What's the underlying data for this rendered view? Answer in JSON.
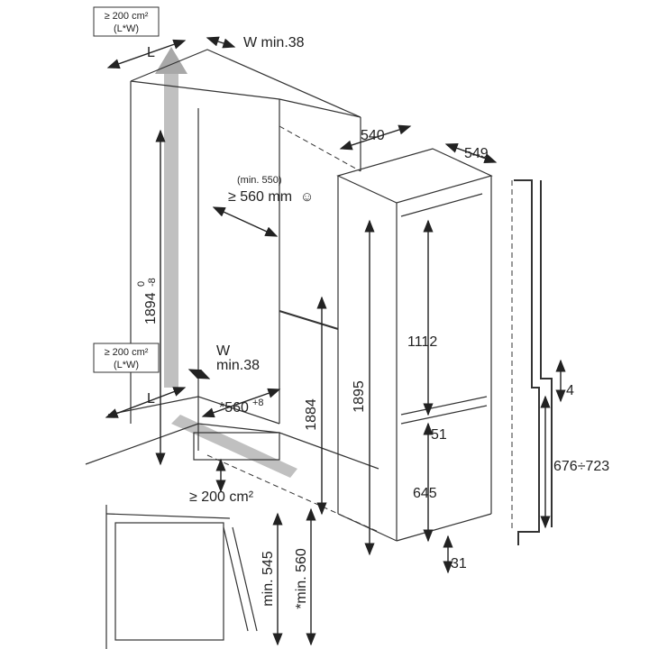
{
  "labels": {
    "vent_top_area": "≥ 200 cm²",
    "vent_top_formula": "(L*W)",
    "vent_top_L": "L",
    "vent_top_W": "W min.38",
    "niche_depth_min": "(min. 550)",
    "niche_depth": "≥ 560 mm",
    "niche_height": "1894",
    "niche_height_tol_plus": "0",
    "niche_height_tol_minus": "-8",
    "vent_mid_area": "≥ 200 cm²",
    "vent_mid_formula": "(L*W)",
    "vent_mid_L": "L",
    "vent_mid_W": "W",
    "vent_mid_W_min": "min.38",
    "niche_width": "*560",
    "niche_width_tol": "+8",
    "vent_bottom_area": "≥ 200 cm²",
    "height_1884": "1884",
    "width_540": "540",
    "depth_549": "549",
    "height_1895": "1895",
    "fridge_1112": "1112",
    "gap_51": "51",
    "freezer_645": "645",
    "bottom_31": "31",
    "gap_4": "4",
    "door_range": "676÷723",
    "min_545": "min. 545",
    "min_560": "*min. 560"
  },
  "colors": {
    "vent_arrow": "#b0b0b0",
    "line": "#333333"
  }
}
